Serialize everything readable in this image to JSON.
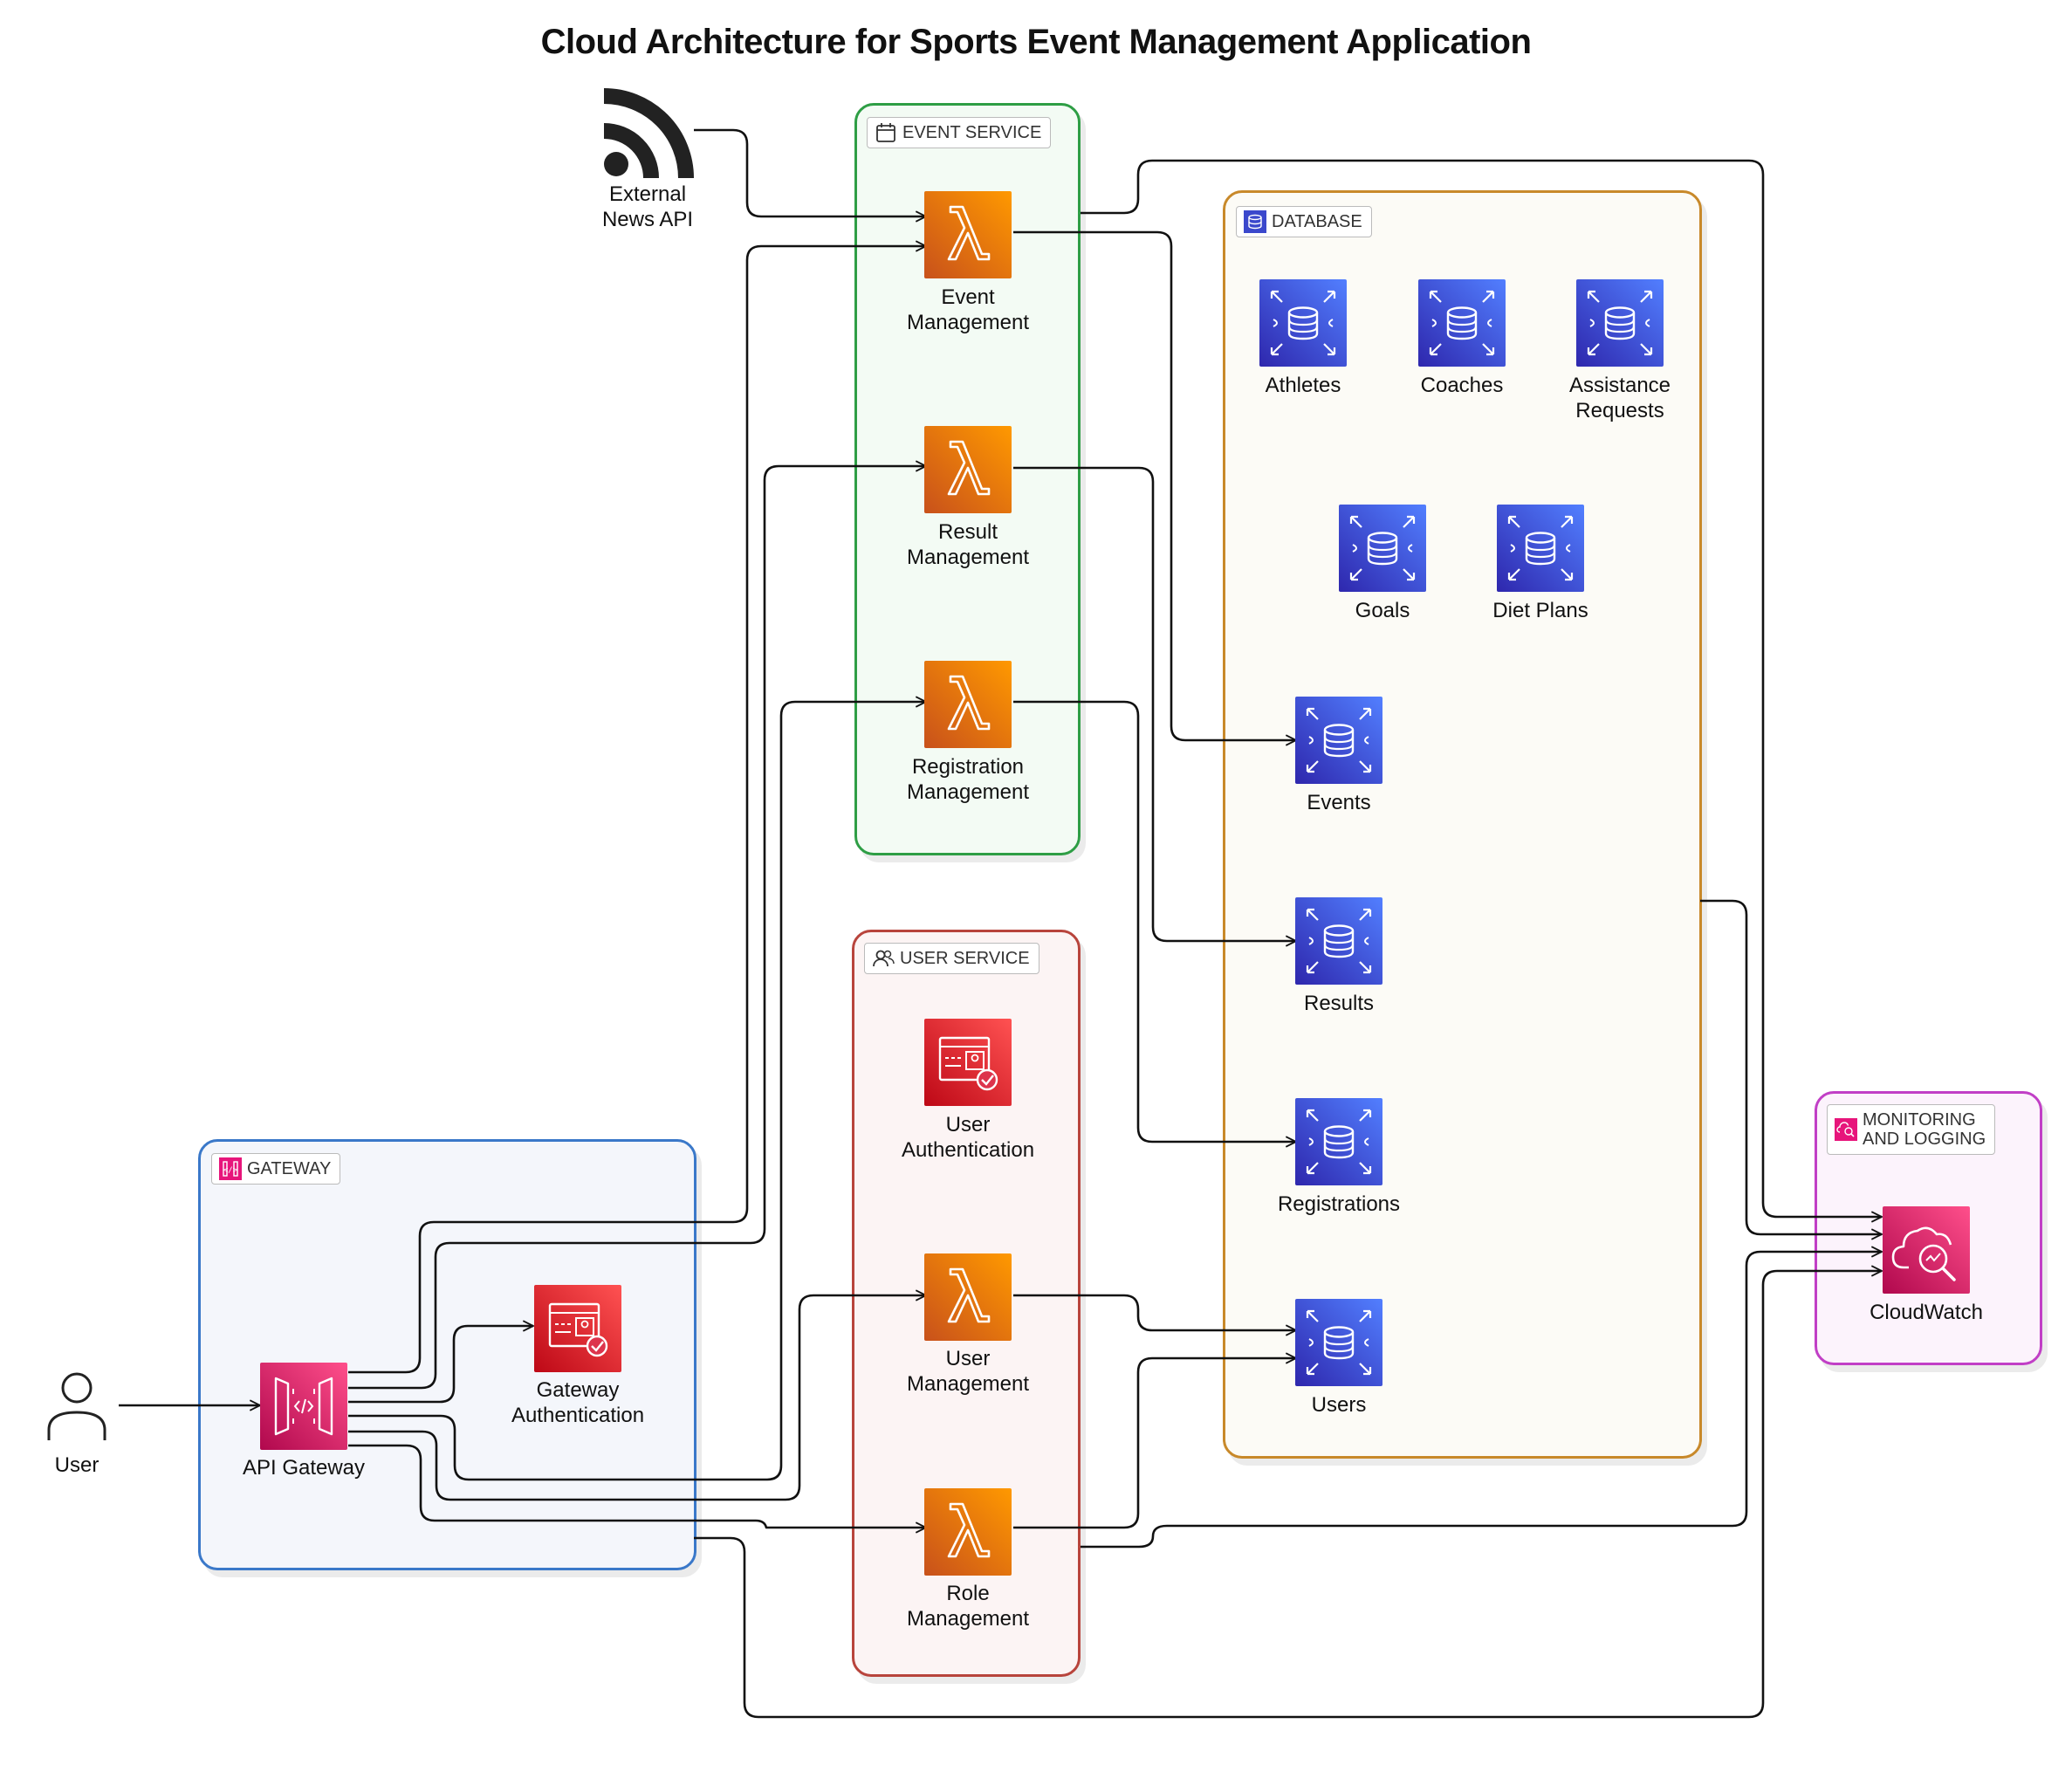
{
  "title": "Cloud Architecture for Sports Event Management Application",
  "groups": {
    "event_service": "EVENT SERVICE",
    "user_service": "USER SERVICE",
    "database": "DATABASE",
    "gateway": "GATEWAY",
    "monitoring": [
      "MONITORING",
      "AND LOGGING"
    ]
  },
  "nodes": {
    "external_news_api": [
      "External",
      "News API"
    ],
    "event_management": [
      "Event",
      "Management"
    ],
    "result_management": [
      "Result",
      "Management"
    ],
    "registration_management": [
      "Registration",
      "Management"
    ],
    "user_authentication": [
      "User",
      "Authentication"
    ],
    "user_management": [
      "User",
      "Management"
    ],
    "role_management": [
      "Role",
      "Management"
    ],
    "athletes": "Athletes",
    "coaches": "Coaches",
    "assistance_requests": [
      "Assistance",
      "Requests"
    ],
    "goals": "Goals",
    "diet_plans": "Diet Plans",
    "events": "Events",
    "results": "Results",
    "registrations": "Registrations",
    "users": "Users",
    "user": "User",
    "api_gateway": "API Gateway",
    "gateway_authentication": [
      "Gateway",
      "Authentication"
    ],
    "cloudwatch": "CloudWatch"
  },
  "icons": {
    "lambda": "lambda-icon",
    "database": "rds-icon",
    "api_gateway": "api-gateway-icon",
    "authentication": "cognito-icon",
    "cloudwatch": "cloudwatch-icon",
    "user": "user-icon",
    "external_api": "rss-feed-icon"
  },
  "colors": {
    "event_service_border": "#2e9e45",
    "event_service_fill": "#f3fbf4",
    "user_service_border": "#b8443c",
    "user_service_fill": "#fcf4f4",
    "database_border": "#c8892a",
    "database_fill": "#fcfbf6",
    "gateway_border": "#3a78c9",
    "gateway_fill": "#f4f6fb",
    "monitoring_border": "#c13fc6",
    "monitoring_fill": "#fcf3fc",
    "lambda": "#ed7100",
    "rds": "#3b48cc",
    "api_gateway": "#e7157b",
    "auth": "#dd344c"
  }
}
